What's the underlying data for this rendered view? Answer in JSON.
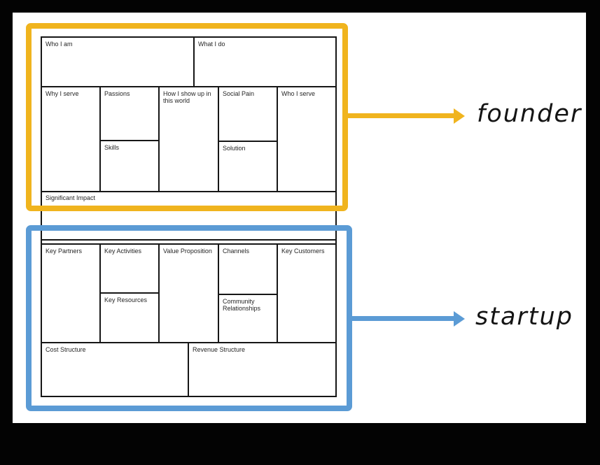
{
  "page": {
    "background_color": "#000000",
    "paper_color": "#ffffff",
    "line_color": "#161616"
  },
  "founder_canvas": {
    "label": "founder",
    "accent_color": "#f0b41e",
    "cells": {
      "who_i_am": "Who I am",
      "what_i_do": "What I do",
      "why_i_serve": "Why I serve",
      "passions": "Passions",
      "skills": "Skills",
      "how_i_show_up": "How I show up in this world",
      "social_pain": "Social Pain",
      "solution": "Solution",
      "who_i_serve": "Who I serve",
      "significant_impact": "Significant Impact"
    }
  },
  "startup_canvas": {
    "label": "startup",
    "accent_color": "#5b9bd5",
    "cells": {
      "key_partners": "Key Partners",
      "key_activities": "Key Activities",
      "key_resources": "Key Resources",
      "value_proposition": "Value Proposition",
      "channels": "Channels",
      "community_relationships": "Community Relationships",
      "key_customers": "Key Customers",
      "cost_structure": "Cost Structure",
      "revenue_structure": "Revenue Structure"
    }
  }
}
